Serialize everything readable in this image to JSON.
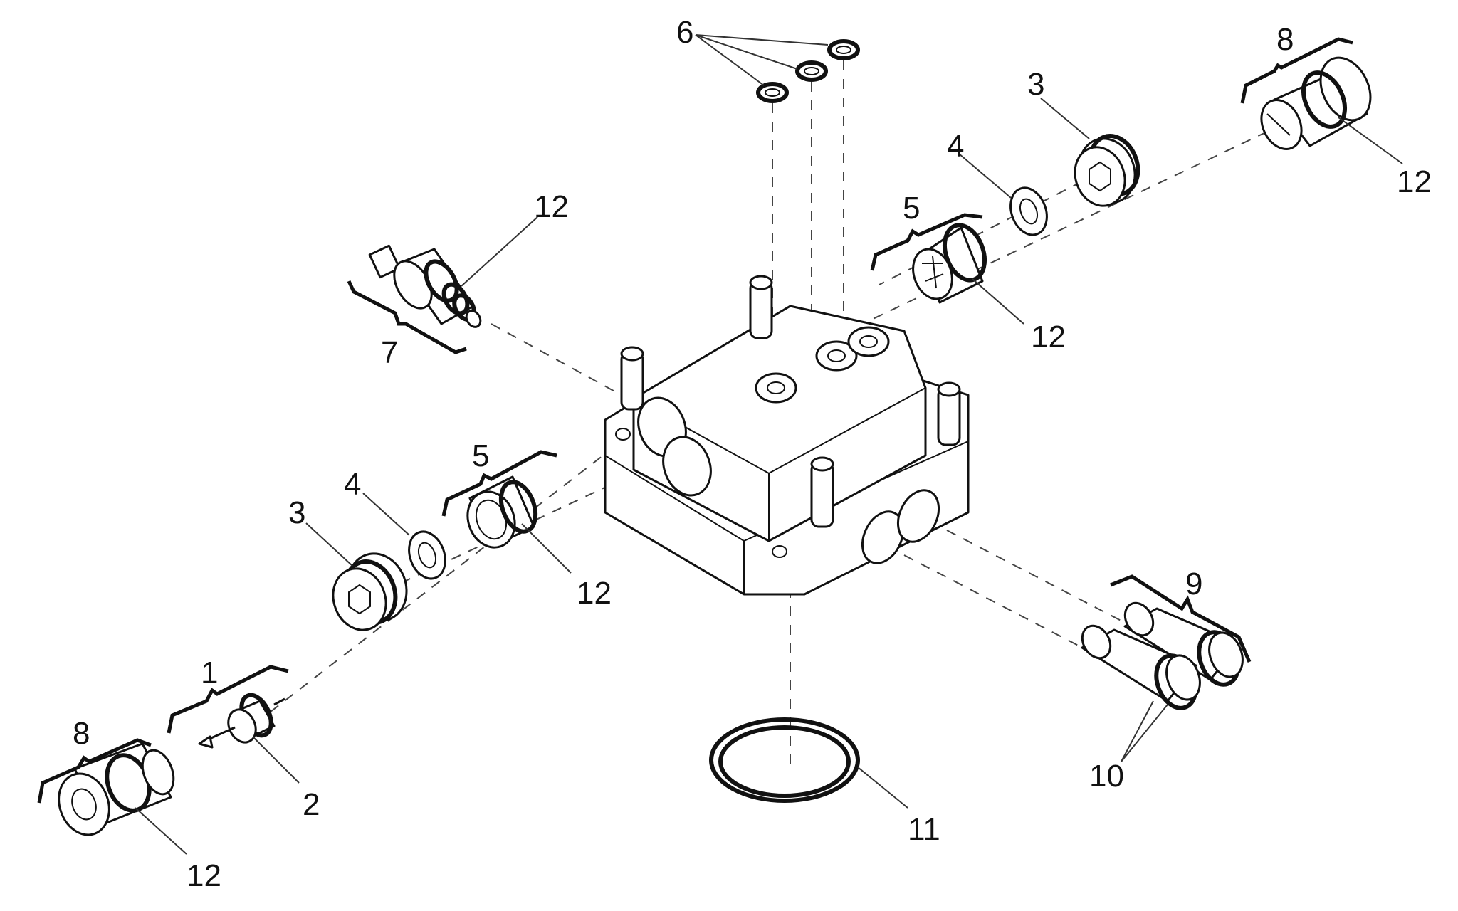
{
  "diagram": {
    "type": "exploded-parts-view",
    "subject": "valve manifold / pump head assembly",
    "callouts": [
      {
        "id": "c6",
        "label": "6",
        "refers_to": "three small o-rings (top)"
      },
      {
        "id": "c8a",
        "label": "8",
        "refers_to": "valve cartridge assembly (top-right)"
      },
      {
        "id": "c12a",
        "label": "12",
        "refers_to": "o-ring on top-right cartridge"
      },
      {
        "id": "c3a",
        "label": "3",
        "refers_to": "hex socket plug (upper right)"
      },
      {
        "id": "c4a",
        "label": "4",
        "refers_to": "sealing washer (upper right)"
      },
      {
        "id": "c5a",
        "label": "5",
        "refers_to": "check valve assembly (upper right)"
      },
      {
        "id": "c12b",
        "label": "12",
        "refers_to": "o-ring on upper-right check valve"
      },
      {
        "id": "c12c",
        "label": "12",
        "refers_to": "o-ring on sensor/valve (upper left)"
      },
      {
        "id": "c7",
        "label": "7",
        "refers_to": "sensor / valve assembly (upper left)"
      },
      {
        "id": "c3b",
        "label": "3",
        "refers_to": "hex socket plug (lower left)"
      },
      {
        "id": "c4b",
        "label": "4",
        "refers_to": "sealing washer (lower left)"
      },
      {
        "id": "c5b",
        "label": "5",
        "refers_to": "check valve assembly (lower left)"
      },
      {
        "id": "c12d",
        "label": "12",
        "refers_to": "o-ring on lower-left check valve"
      },
      {
        "id": "c1",
        "label": "1",
        "refers_to": "valve insert assembly"
      },
      {
        "id": "c8b",
        "label": "8",
        "refers_to": "valve cartridge assembly (bottom-left)"
      },
      {
        "id": "c2",
        "label": "2",
        "refers_to": "valve pin / poppet"
      },
      {
        "id": "c12e",
        "label": "12",
        "refers_to": "o-ring on bottom-left cartridge"
      },
      {
        "id": "c9",
        "label": "9",
        "refers_to": "pair of valve cartridges (lower right)"
      },
      {
        "id": "c10",
        "label": "10",
        "refers_to": "o-rings on lower-right cartridges"
      },
      {
        "id": "c11",
        "label": "11",
        "refers_to": "large base o-ring"
      }
    ]
  }
}
